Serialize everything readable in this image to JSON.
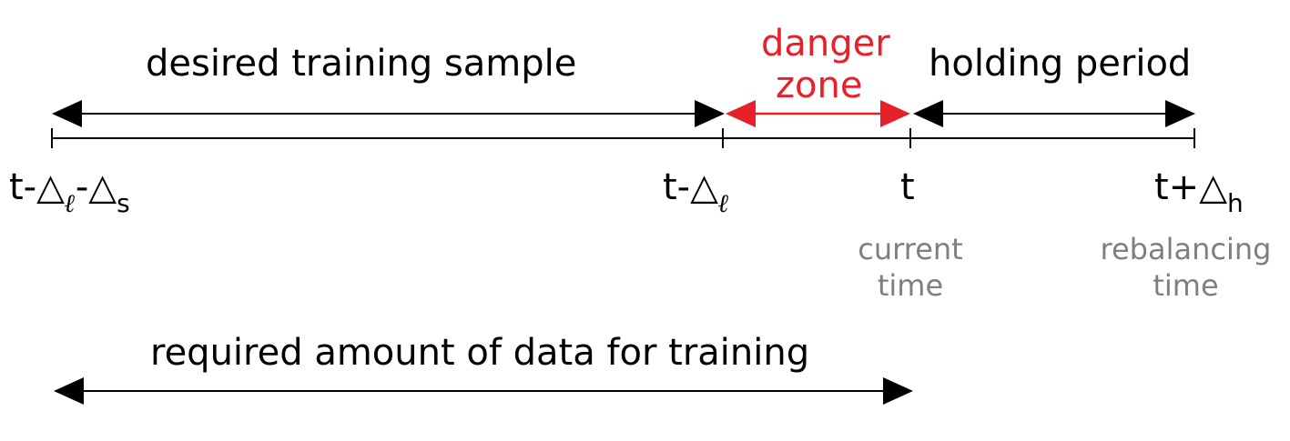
{
  "labels": {
    "desired_training_sample": "desired training sample",
    "danger_line1": "danger",
    "danger_line2": "zone",
    "holding_period": "holding period",
    "required_data": "required amount of data for training"
  },
  "ticks": {
    "t_minus_l_minus_s": {
      "t": "t-",
      "tri1": "△",
      "sub1": "ℓ",
      "mid": "-",
      "tri2": "△",
      "sub2": "s"
    },
    "t_minus_l": {
      "t": "t-",
      "tri": "△",
      "sub": "ℓ"
    },
    "t": {
      "t": "t"
    },
    "t_plus_h": {
      "t": "t+",
      "tri": "△",
      "sub": "h"
    }
  },
  "annotations": {
    "current_line1": "current",
    "current_line2": "time",
    "rebalancing_line1": "rebalancing",
    "rebalancing_line2": "time"
  },
  "colors": {
    "line": "#000000",
    "danger": "#e8202a",
    "annotation": "#7f7f7f"
  }
}
